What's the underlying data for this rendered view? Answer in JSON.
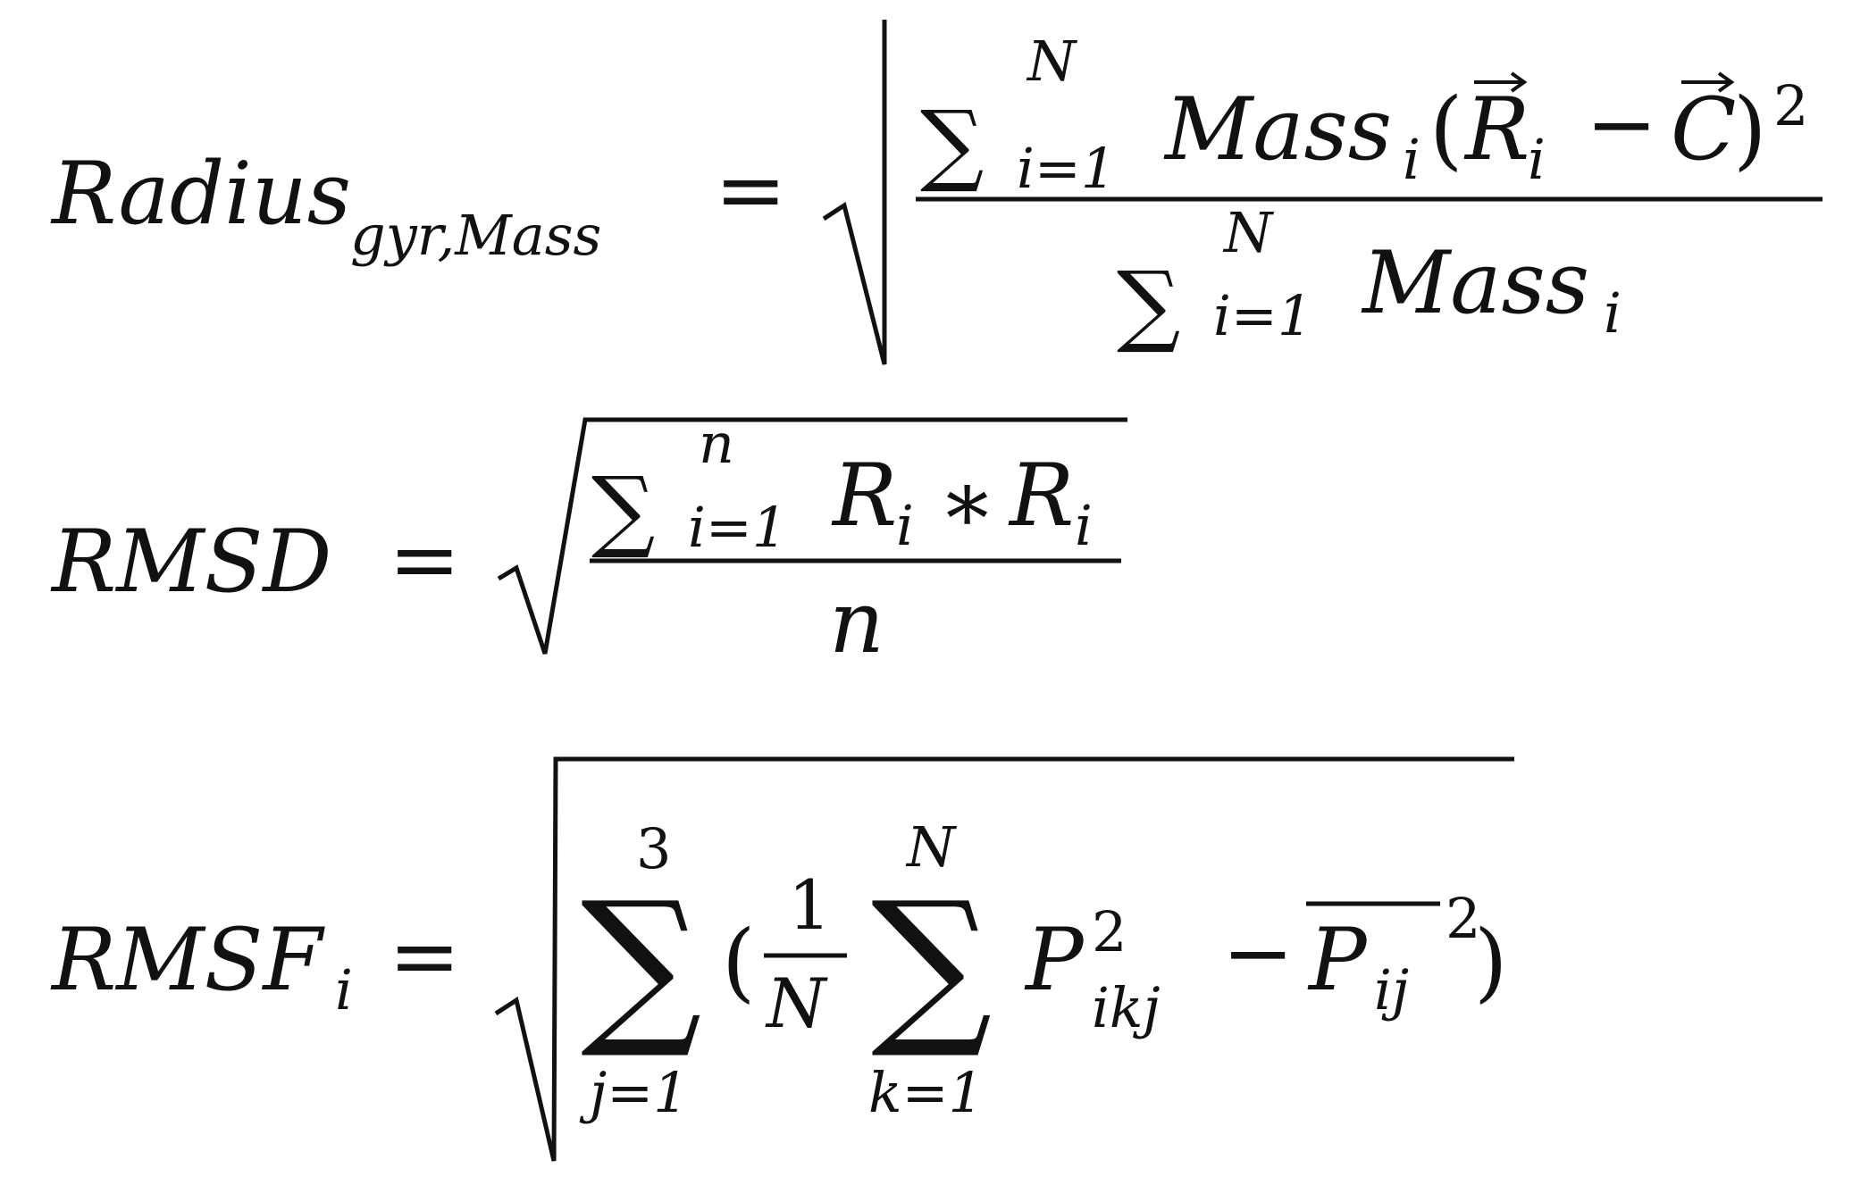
{
  "equations": {
    "radius": {
      "lhs": "Radius",
      "lhs_sub": "gyr,Mass",
      "equals": "=",
      "numerator": {
        "sum": "∑",
        "sum_upper": "N",
        "sum_lower": "i=1",
        "mass": "Mass",
        "mass_sub": "i",
        "open_paren": "(",
        "r_vec": "R",
        "r_sub": "i",
        "minus": "−",
        "c_vec": "C",
        "close_paren": ")",
        "power": "2"
      },
      "denominator": {
        "sum": "∑",
        "sum_upper": "N",
        "sum_lower": "i=1",
        "mass": "Mass",
        "mass_sub": "i"
      }
    },
    "rmsd": {
      "lhs": "RMSD",
      "equals": "=",
      "numerator": {
        "sum": "∑",
        "sum_upper": "n",
        "sum_lower": "i=1",
        "r1": "R",
        "r1_sub": "i",
        "times": "∗",
        "r2": "R",
        "r2_sub": "i"
      },
      "denominator": "n"
    },
    "rmsf": {
      "lhs": "RMSF",
      "lhs_sub": "i",
      "equals": "=",
      "outer_sum": {
        "symbol": "∑",
        "upper": "3",
        "lower": "j=1"
      },
      "open_paren": "(",
      "frac": {
        "numerator": "1",
        "denominator": "N"
      },
      "inner_sum": {
        "symbol": "∑",
        "upper": "N",
        "lower": "k=1"
      },
      "p1": "P",
      "p1_sup": "2",
      "p1_sub": "ikj",
      "minus": "−",
      "p2": "P",
      "p2_sub": "ij",
      "p2_sup": "2",
      "close_paren": ")"
    }
  }
}
